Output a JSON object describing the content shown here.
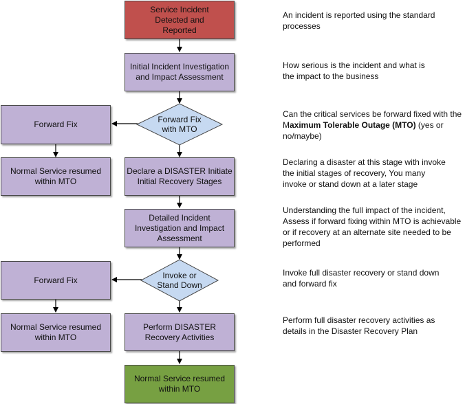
{
  "flow": {
    "start": "Service Incident Detected and Reported",
    "initial_investigation": "Initial Incident Investigation and Impact Assessment",
    "decision1": "Forward Fix with MTO",
    "forward_fix_1": "Forward Fix",
    "normal_resumed_1": "Normal Service resumed within MTO",
    "declare_disaster": "Declare a DISASTER Initiate Initial Recovery Stages",
    "detailed_investigation": "Detailed Incident Investigation and Impact Assessment",
    "decision2": "Invoke or Stand Down",
    "forward_fix_2": "Forward Fix",
    "normal_resumed_2": "Normal Service resumed within MTO",
    "perform_recovery": "Perform DISASTER Recovery Activities",
    "end": "Normal Service resumed within MTO"
  },
  "notes": {
    "n1": "An incident is reported using the standard processes",
    "n2": "How serious is the incident and what is the impact to the business",
    "n3_pre": "Can the critical services be forward fixed with the M",
    "n3_bold": "aximum Tolerable Outage (MTO)",
    "n3_post": " (yes or no/maybe)",
    "n4": "Declaring a disaster at this stage with invoke the initial stages of recovery, You many invoke or stand down at a later stage",
    "n5": "Understanding the full impact of the incident, Assess if forward fixing within MTO is achievable or if recovery at an alternate site needed to be performed",
    "n6": "Invoke full disaster recovery or stand down and forward fix",
    "n7": "Perform full disaster recovery activities as details in the Disaster Recovery Plan"
  },
  "colors": {
    "start_fill": "#c0504d",
    "process_fill": "#bfb1d5",
    "decision_fill": "#c6d9f1",
    "end_fill": "#77a042",
    "connector": "#000000"
  }
}
